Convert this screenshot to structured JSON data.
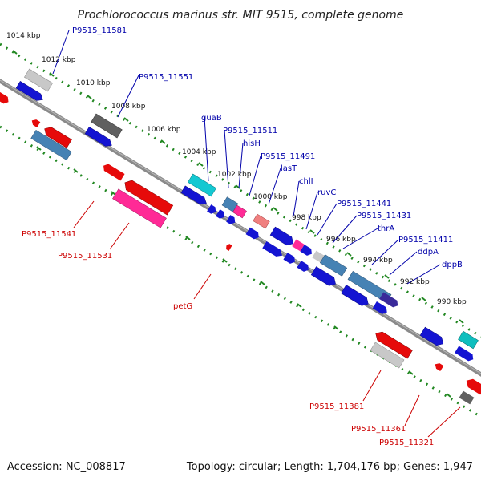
{
  "title": "Prochlorococcus marinus str. MIT 9515, complete genome",
  "footer": {
    "accession": "Accession: NC_008817",
    "topology": "Topology: circular; Length: 1,704,176 bp; Genes: 1,947"
  },
  "colors": {
    "backbone": "#8a8a8a",
    "tick": "#228822",
    "label_blue": "#0000aa",
    "label_red": "#cc0000",
    "gene_blue": "#1414d2",
    "gene_red": "#e60a0a",
    "gene_pink": "#ff2a96",
    "gene_salmon": "#f08080",
    "gene_steel": "#4682b4",
    "gene_cyan": "#14c8d2",
    "gene_teal": "#0fbebe",
    "gene_gray": "#606060",
    "gene_lightgray": "#c8c8c8",
    "gene_navy": "#1e1e96"
  },
  "scale_labels": [
    "1014 kbp",
    "1012 kbp",
    "1010 kbp",
    "1008 kbp",
    "1006 kbp",
    "1004 kbp",
    "1002 kbp",
    "1000 kbp",
    "998 kbp",
    "996 kbp",
    "994 kbp",
    "992 kbp",
    "990 kbp"
  ],
  "gene_labels": [
    {
      "text": "P9515_11581",
      "strand": "forward"
    },
    {
      "text": "P9515_11551",
      "strand": "forward"
    },
    {
      "text": "guaB",
      "strand": "forward"
    },
    {
      "text": "P9515_11511",
      "strand": "forward"
    },
    {
      "text": "hisH",
      "strand": "forward"
    },
    {
      "text": "P9515_11491",
      "strand": "forward"
    },
    {
      "text": "lasT",
      "strand": "forward"
    },
    {
      "text": "chlI",
      "strand": "forward"
    },
    {
      "text": "ruvC",
      "strand": "forward"
    },
    {
      "text": "P9515_11441",
      "strand": "forward"
    },
    {
      "text": "P9515_11431",
      "strand": "forward"
    },
    {
      "text": "thrA",
      "strand": "forward"
    },
    {
      "text": "P9515_11411",
      "strand": "forward"
    },
    {
      "text": "ddpA",
      "strand": "forward"
    },
    {
      "text": "dppB",
      "strand": "forward"
    },
    {
      "text": "P9515_11541",
      "strand": "reverse"
    },
    {
      "text": "P9515_11531",
      "strand": "reverse"
    },
    {
      "text": "petG",
      "strand": "reverse"
    },
    {
      "text": "P9515_11381",
      "strand": "reverse"
    },
    {
      "text": "P9515_11361",
      "strand": "reverse"
    },
    {
      "text": "P9515_11321",
      "strand": "reverse"
    }
  ]
}
